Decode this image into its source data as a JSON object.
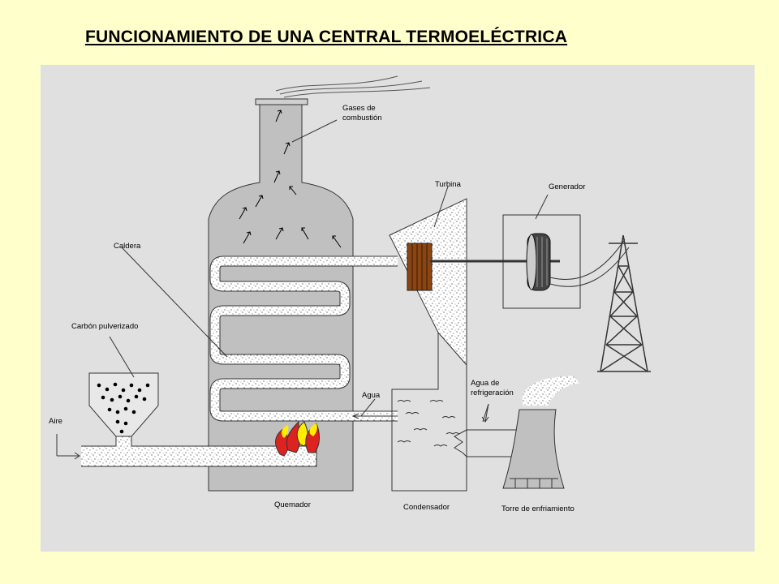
{
  "title": "FUNCIONAMIENTO DE UNA CENTRAL TERMOELÉCTRICA",
  "labels": {
    "gases_1": "Gases de",
    "gases_2": "combustión",
    "turbina": "Turbina",
    "generador": "Generador",
    "caldera": "Caldera",
    "carbon": "Carbón pulverizado",
    "aire": "Aire",
    "agua": "Agua",
    "agua_refrig_1": "Agua de",
    "agua_refrig_2": "refrigeración",
    "quemador": "Quemador",
    "condensador": "Condensador",
    "torre": "Torre de enfriamiento"
  },
  "colors": {
    "page_bg": "#ffffcc",
    "panel_bg": "#e0e0e0",
    "structure_fill": "#c0c0c0",
    "turbine_rotor": "#8b4513",
    "flame_red": "#dd2222",
    "flame_yellow": "#ffee00"
  }
}
